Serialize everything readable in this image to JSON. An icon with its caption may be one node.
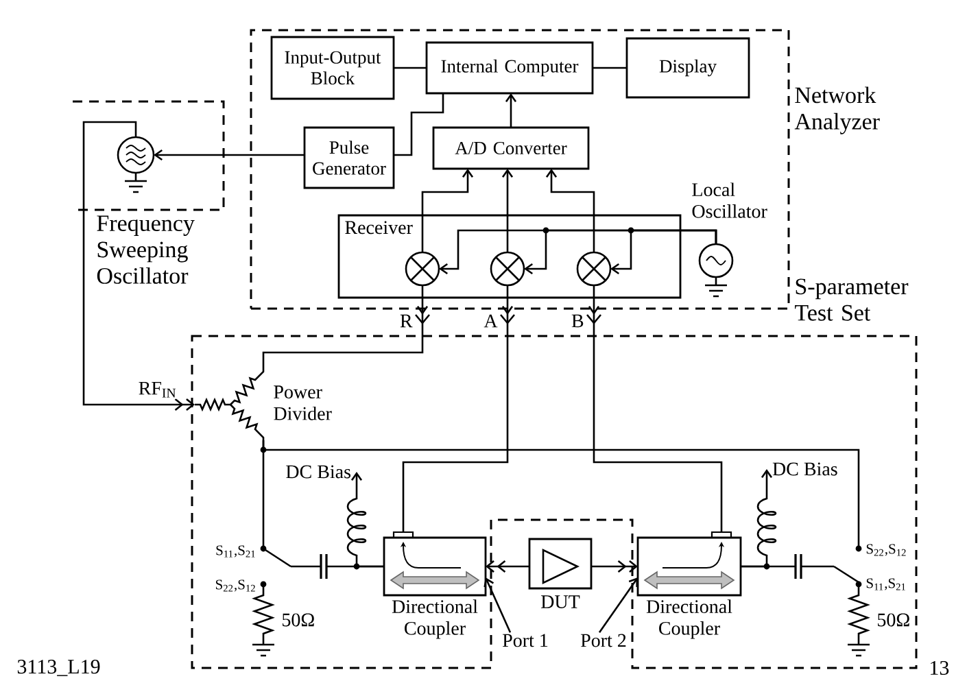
{
  "diagram": {
    "nodes": [
      {
        "text": [
          "Network Analyzer"
        ]
      },
      {
        "text": [
          "Input-Output Block"
        ],
        "in": 0
      },
      {
        "text": [
          "Internal Computer"
        ],
        "in": 0
      },
      {
        "text": [
          "Display"
        ],
        "in": 0
      },
      {
        "text": [
          "Pulse Generator"
        ],
        "in": 0
      },
      {
        "text": [
          "A/D Converter"
        ],
        "in": 0
      },
      {
        "text": [
          "Receiver"
        ],
        "in": 0
      },
      {
        "text": [],
        "shape": "circle",
        "in": 6
      },
      {
        "text": [],
        "shape": "circle",
        "in": 6
      },
      {
        "text": [],
        "shape": "circle",
        "in": 6
      },
      {
        "text": [],
        "shape": "circle",
        "in": 0,
        "beside": [
          "Local Oscillator"
        ]
      },
      {
        "text": [
          "Frequency Sweeping Oscillator"
        ]
      },
      {
        "text": [],
        "shape": "circle",
        "in": 11
      },
      {
        "text": [
          "S-parameter Test Set"
        ]
      },
      {
        "text": [],
        "shape": "resistor",
        "in": 13,
        "beside": [
          "Power Divider"
        ]
      },
      {
        "text": [
          "DC Bias"
        ],
        "in": 13
      },
      {
        "text": [],
        "shape": "switch",
        "in": 13,
        "beside": [
          "S$_{11}$,S$_{21}$",
          "S$_{22}$,S$_{12}$"
        ]
      },
      {
        "text": [],
        "shape": "resistor",
        "in": 13,
        "beside": [
          "50Ω"
        ]
      },
      {
        "text": [
          "Directional Coupler"
        ],
        "in": 13
      },
      {
        "text": [
          "DUT"
        ]
      },
      {
        "text": [
          "Port 1"
        ]
      },
      {
        "text": [
          "Port 2"
        ]
      },
      {
        "text": [
          "Directional Coupler"
        ],
        "in": 13
      },
      {
        "text": [
          "DC Bias"
        ],
        "in": 13
      },
      {
        "text": [],
        "shape": "switch",
        "in": 13,
        "beside": [
          "S$_{22}$,S$_{12}$",
          "S$_{11}$,S$_{21}$"
        ]
      },
      {
        "text": [],
        "shape": "resistor",
        "in": 13,
        "beside": [
          "50Ω"
        ]
      }
    ],
    "edges": [
      {
        "from": 1,
        "to": 2,
        "arrow": "none"
      },
      {
        "from": 2,
        "to": 3,
        "arrow": "none"
      },
      {
        "from": 4,
        "to": 2,
        "arrow": "none"
      },
      {
        "from": 5,
        "to": 2,
        "arrow": "to"
      },
      {
        "from": 4,
        "to": 12,
        "arrow": "to"
      },
      {
        "from": 7,
        "to": 5,
        "arrow": "to"
      },
      {
        "from": 8,
        "to": 5,
        "arrow": "to"
      },
      {
        "from": 9,
        "to": 5,
        "arrow": "to"
      },
      {
        "from": 10,
        "to": 7,
        "arrow": "to"
      },
      {
        "from": 10,
        "to": 8,
        "arrow": "to"
      },
      {
        "from": 10,
        "to": 9,
        "arrow": "to"
      },
      {
        "from": 7,
        "to": 14,
        "arrow": "to",
        "label": "R"
      },
      {
        "from": 8,
        "to": 18,
        "arrow": "to",
        "label": "A"
      },
      {
        "from": 9,
        "to": 22,
        "arrow": "to",
        "label": "B"
      },
      {
        "from": 12,
        "to": 14,
        "arrow": "to",
        "label": "RF$_{IN}$"
      },
      {
        "from": 14,
        "to": 16,
        "arrow": "none"
      },
      {
        "from": 14,
        "to": 24,
        "arrow": "none"
      },
      {
        "from": 16,
        "to": 18,
        "arrow": "none"
      },
      {
        "from": 18,
        "to": 15,
        "arrow": "to"
      },
      {
        "from": 16,
        "to": 17,
        "arrow": "none"
      },
      {
        "from": 19,
        "to": 18,
        "arrow": "to"
      },
      {
        "from": 19,
        "to": 22,
        "arrow": "to"
      },
      {
        "from": 20,
        "to": 18,
        "arrow": "to"
      },
      {
        "from": 21,
        "to": 22,
        "arrow": "to"
      },
      {
        "from": 22,
        "to": 24,
        "arrow": "none"
      },
      {
        "from": 22,
        "to": 23,
        "arrow": "to"
      },
      {
        "from": 24,
        "to": 25,
        "arrow": "none"
      }
    ],
    "labels": [
      "3113_L19",
      "13"
    ]
  }
}
